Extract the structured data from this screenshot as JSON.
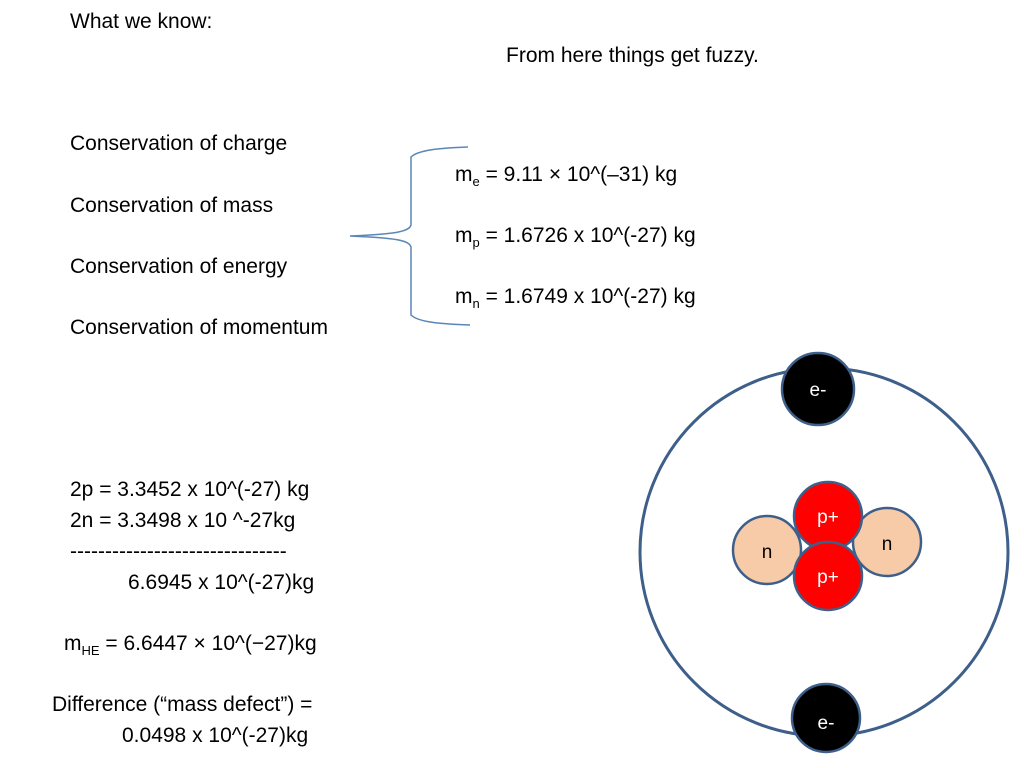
{
  "heading": "What we know:",
  "fuzzy_note": "From here things get fuzzy.",
  "conservation_laws": [
    "Conservation of charge",
    "Conservation of mass",
    "Conservation of energy",
    "Conservation of momentum"
  ],
  "masses": {
    "electron": {
      "symbol": "m",
      "subscript": "e",
      "value": " = 9.11 × 10^(–31) kg"
    },
    "proton": {
      "symbol": "m",
      "subscript": "p",
      "value": " = 1.6726 x 10^(-27) kg"
    },
    "neutron": {
      "symbol": "m",
      "subscript": "n",
      "value": " = 1.6749 x 10^(-27) kg"
    }
  },
  "calculation": {
    "line1": "2p = 3.3452 x 10^(-27) kg",
    "line2": "2n = 3.3498 x 10 ^-27kg",
    "divider": "-------------------------------",
    "sum": "6.6945 x 10^(-27)kg",
    "helium_symbol": "m",
    "helium_subscript": "HE",
    "helium_value": " = 6.6447 × 10^(−27)kg",
    "difference_label": "Difference (“mass defect”) =",
    "difference_value": "0.0498 x 10^(-27)kg"
  },
  "atom": {
    "electron_label": "e-",
    "proton_label": "p+",
    "neutron_label": "n",
    "colors": {
      "orbit": "#3d5f8a",
      "electron_fill": "#000000",
      "proton_fill": "#ff0000",
      "neutron_fill": "#f8cba8",
      "particle_stroke": "#3d5f8a",
      "brace": "#5b86b8"
    }
  }
}
